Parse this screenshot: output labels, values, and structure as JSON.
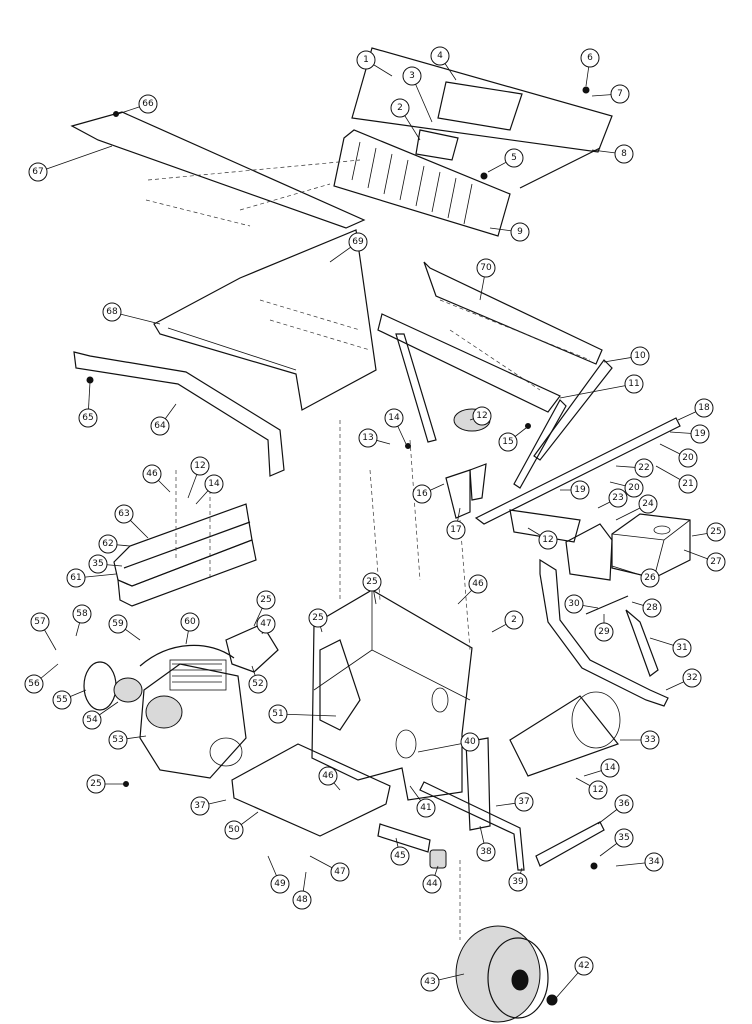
{
  "diagram": {
    "callouts": [
      "1",
      "2",
      "3",
      "4",
      "5",
      "6",
      "7",
      "8",
      "9",
      "10",
      "11",
      "12",
      "13",
      "14",
      "15",
      "16",
      "17",
      "18",
      "19",
      "20",
      "21",
      "22",
      "23",
      "24",
      "25",
      "26",
      "27",
      "28",
      "29",
      "30",
      "31",
      "32",
      "33",
      "34",
      "35",
      "36",
      "37",
      "38",
      "39",
      "40",
      "41",
      "42",
      "43",
      "44",
      "45",
      "46",
      "47",
      "48",
      "49",
      "50",
      "51",
      "52",
      "53",
      "54",
      "55",
      "56",
      "57",
      "58",
      "59",
      "60",
      "61",
      "62",
      "63",
      "64",
      "65",
      "66",
      "67",
      "68",
      "69",
      "70"
    ]
  }
}
